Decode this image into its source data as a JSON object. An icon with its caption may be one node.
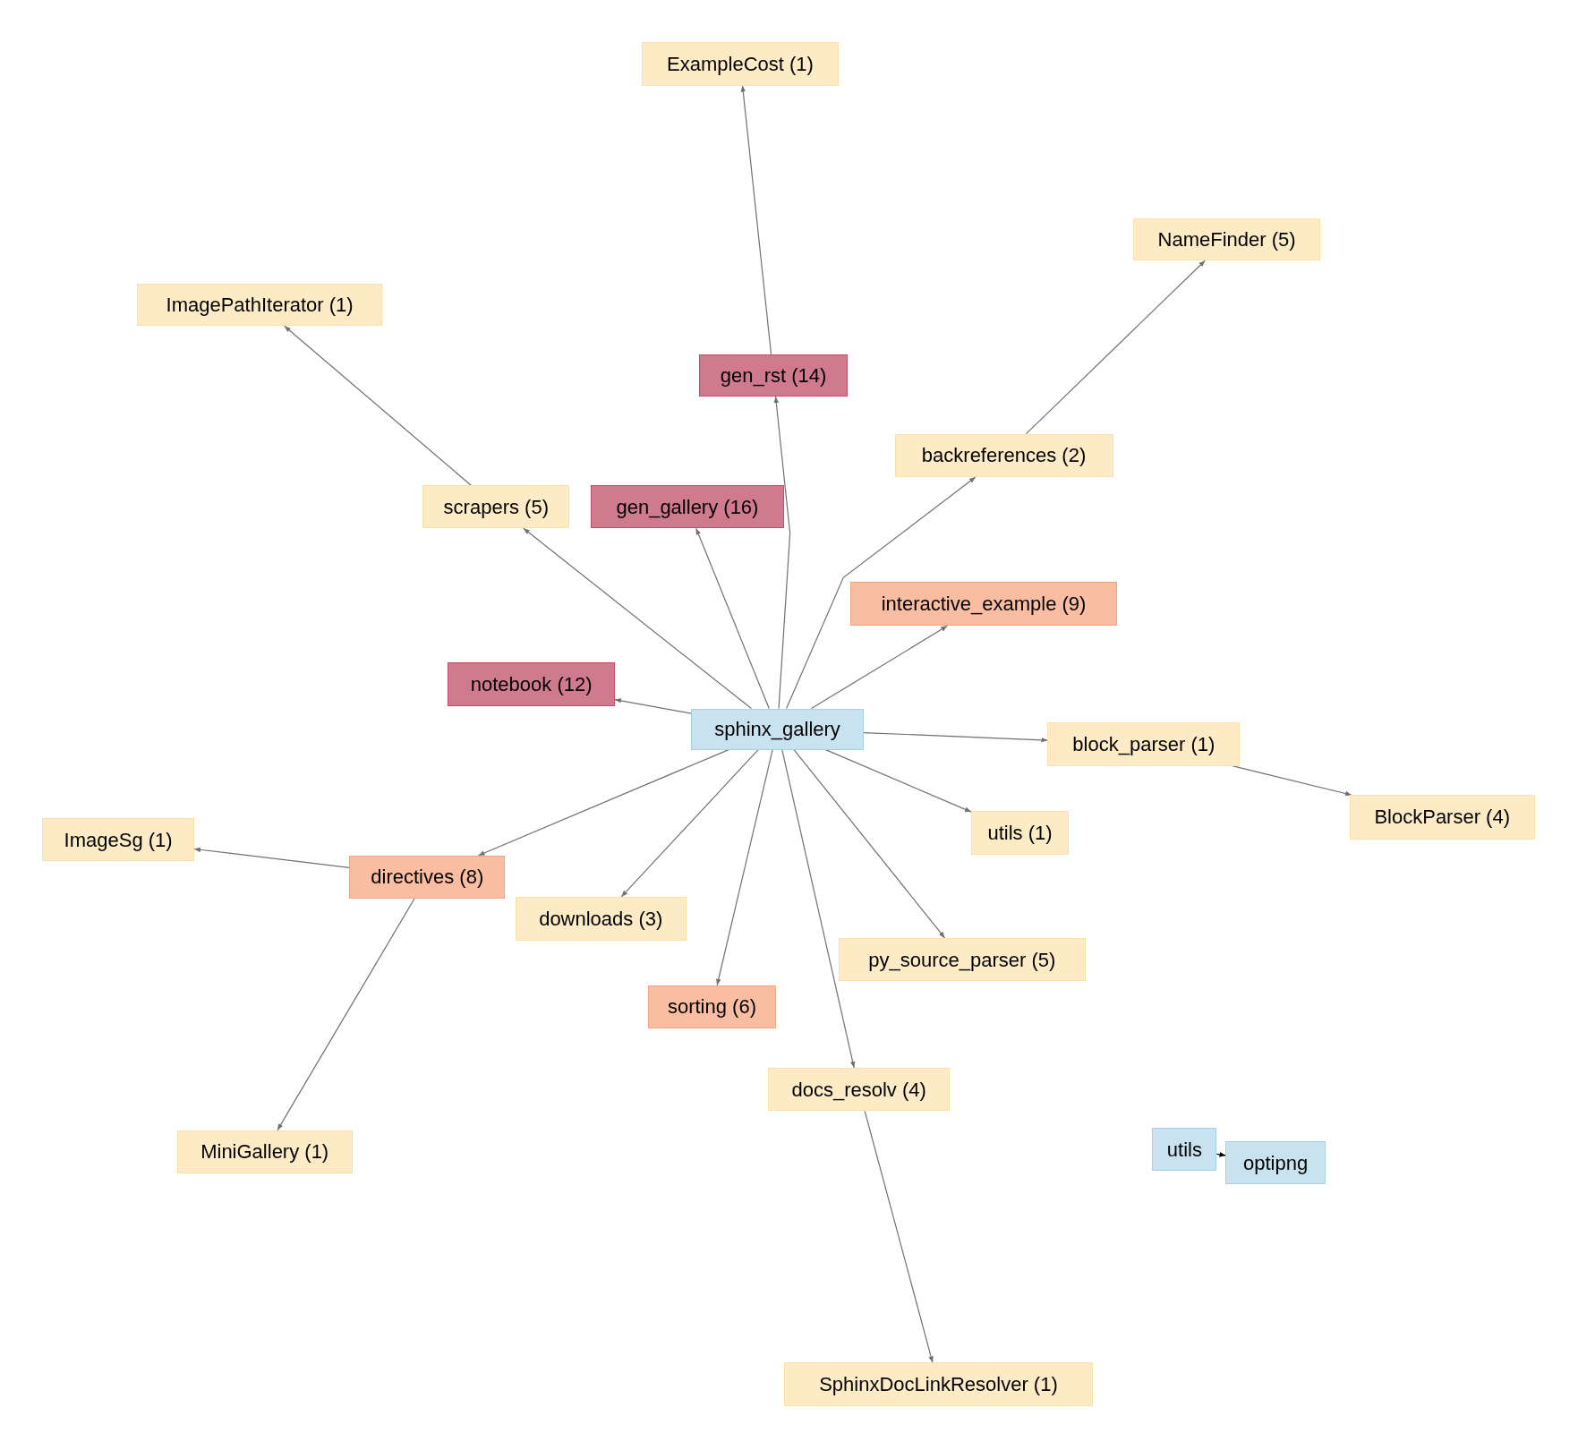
{
  "diagram": {
    "nodes": [
      {
        "text": [
          "sphinx_gallery"
        ]
      },
      {
        "text": [
          "ExampleCost (1)"
        ]
      },
      {
        "text": [
          "NameFinder (5)"
        ]
      },
      {
        "text": [
          "ImagePathIterator (1)"
        ]
      },
      {
        "text": [
          "gen_rst (14)"
        ]
      },
      {
        "text": [
          "backreferences (2)"
        ]
      },
      {
        "text": [
          "scrapers (5)"
        ]
      },
      {
        "text": [
          "gen_gallery (16)"
        ]
      },
      {
        "text": [
          "interactive_example (9)"
        ]
      },
      {
        "text": [
          "notebook (12)"
        ]
      },
      {
        "text": [
          "block_parser (1)"
        ]
      },
      {
        "text": [
          "BlockParser (4)"
        ]
      },
      {
        "text": [
          "ImageSg (1)"
        ]
      },
      {
        "text": [
          "directives (8)"
        ]
      },
      {
        "text": [
          "utils (1)"
        ]
      },
      {
        "text": [
          "downloads (3)"
        ]
      },
      {
        "text": [
          "py_source_parser (5)"
        ]
      },
      {
        "text": [
          "sorting (6)"
        ]
      },
      {
        "text": [
          "docs_resolv (4)"
        ]
      },
      {
        "text": [
          "MiniGallery (1)"
        ]
      },
      {
        "text": [
          "SphinxDocLinkResolver (1)"
        ]
      },
      {
        "text": [
          "utils"
        ]
      },
      {
        "text": [
          "optipng"
        ]
      }
    ],
    "edges": [
      {
        "from": 0,
        "to": 4,
        "arrow": "to"
      },
      {
        "from": 4,
        "to": 1,
        "arrow": "to"
      },
      {
        "from": 0,
        "to": 5,
        "arrow": "to"
      },
      {
        "from": 5,
        "to": 2,
        "arrow": "to"
      },
      {
        "from": 0,
        "to": 6,
        "arrow": "to"
      },
      {
        "from": 6,
        "to": 3,
        "arrow": "to"
      },
      {
        "from": 0,
        "to": 7,
        "arrow": "to"
      },
      {
        "from": 0,
        "to": 8,
        "arrow": "to"
      },
      {
        "from": 0,
        "to": 9,
        "arrow": "to"
      },
      {
        "from": 0,
        "to": 10,
        "arrow": "to"
      },
      {
        "from": 10,
        "to": 11,
        "arrow": "to"
      },
      {
        "from": 0,
        "to": 13,
        "arrow": "to"
      },
      {
        "from": 13,
        "to": 12,
        "arrow": "to"
      },
      {
        "from": 13,
        "to": 19,
        "arrow": "to"
      },
      {
        "from": 0,
        "to": 15,
        "arrow": "to"
      },
      {
        "from": 0,
        "to": 17,
        "arrow": "to"
      },
      {
        "from": 0,
        "to": 16,
        "arrow": "to"
      },
      {
        "from": 0,
        "to": 14,
        "arrow": "to"
      },
      {
        "from": 0,
        "to": 18,
        "arrow": "to"
      },
      {
        "from": 18,
        "to": 20,
        "arrow": "to"
      },
      {
        "from": 21,
        "to": 22,
        "arrow": "to",
        "color": "#000000"
      }
    ]
  }
}
